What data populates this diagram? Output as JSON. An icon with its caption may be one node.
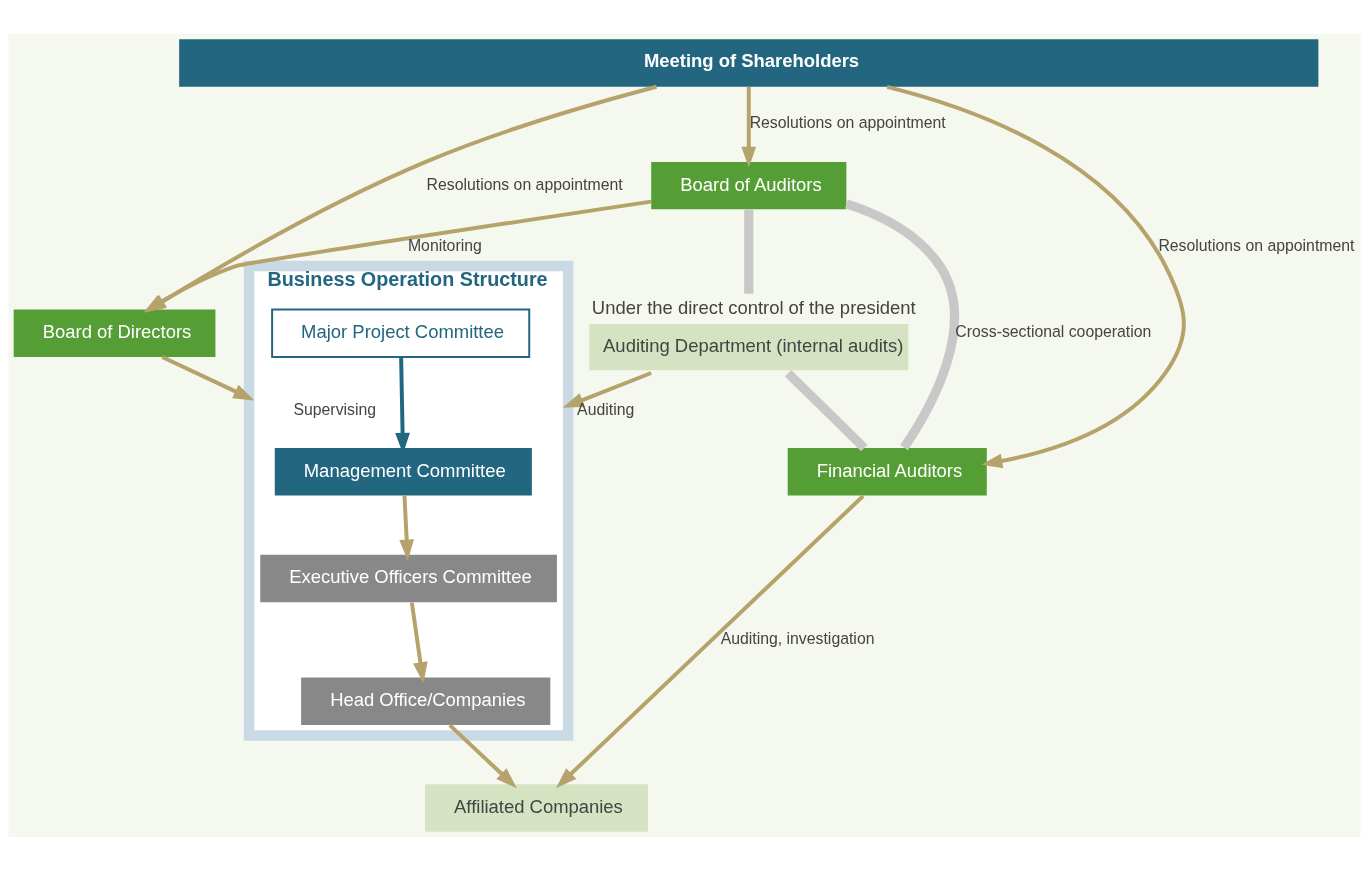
{
  "diagram": {
    "nodes": [
      {
        "text": [
          "Meeting of Shareholders"
        ]
      },
      {
        "text": [
          "Board of Directors"
        ]
      },
      {
        "text": [
          "Board of Auditors"
        ]
      },
      {
        "text": [
          "Financial Auditors"
        ]
      },
      {
        "text": [
          "Auditing Department (internal audits)"
        ],
        "beside": [
          "Under the direct control of the president"
        ]
      },
      {
        "text": [
          "Business Operation Structure"
        ]
      },
      {
        "text": [
          "Management Committee"
        ],
        "in": 5
      },
      {
        "text": [
          "Major Project Committee"
        ],
        "in": 5
      },
      {
        "text": [
          "Executive Officers Committee"
        ],
        "in": 5
      },
      {
        "text": [
          "Head Office/Companies"
        ],
        "in": 5
      },
      {
        "text": [
          "Affiliated Companies"
        ]
      }
    ],
    "edges": [
      {
        "from": 0,
        "to": 1,
        "arrow": "to",
        "label": "Resolutions on appointment"
      },
      {
        "from": 0,
        "to": 2,
        "arrow": "to",
        "label": "Resolutions on appointment"
      },
      {
        "from": 0,
        "to": 3,
        "arrow": "to",
        "label": "Resolutions on appointment"
      },
      {
        "from": 2,
        "to": 1,
        "arrow": "to",
        "label": "Monitoring"
      },
      {
        "from": 1,
        "to": 5,
        "arrow": "to",
        "label": "Supervising"
      },
      {
        "from": 2,
        "to": 4,
        "arrow": "none",
        "style": "thick",
        "color": "#c8c8c8"
      },
      {
        "from": 2,
        "to": 3,
        "arrow": "none",
        "style": "thick",
        "color": "#c8c8c8",
        "label": "Cross-sectional cooperation"
      },
      {
        "from": 4,
        "to": 3,
        "arrow": "none",
        "style": "thick",
        "color": "#c8c8c8"
      },
      {
        "from": 4,
        "to": 5,
        "arrow": "to",
        "label": "Auditing"
      },
      {
        "from": 3,
        "to": 10,
        "arrow": "to",
        "label": "Auditing, investigation"
      },
      {
        "from": 7,
        "to": 6,
        "arrow": "to",
        "color": "#226680"
      },
      {
        "from": 6,
        "to": 8,
        "arrow": "to"
      },
      {
        "from": 8,
        "to": 9,
        "arrow": "to"
      },
      {
        "from": 9,
        "to": 10,
        "arrow": "to"
      }
    ]
  }
}
